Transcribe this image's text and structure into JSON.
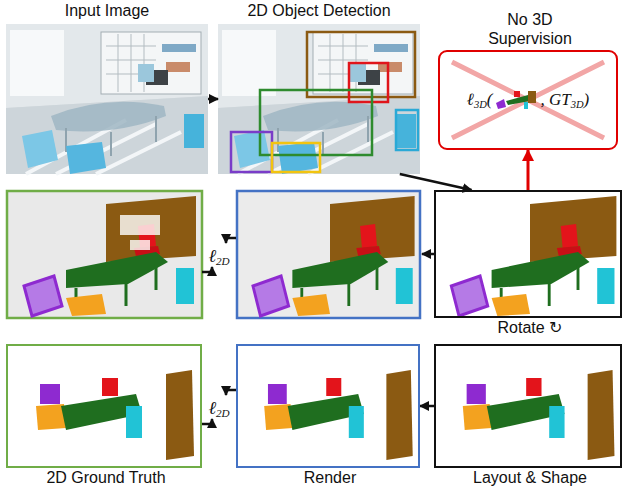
{
  "diagram": {
    "nodes": [
      {
        "text": [
          "Input Image"
        ]
      },
      {
        "text": [
          "2D Object Detection"
        ]
      },
      {
        "text": [
          "No 3D Supervision",
          "ℓ3D(",
          ", GT3D)"
        ]
      },
      {
        "text": [
          "Rotate ↻"
        ]
      },
      {
        "text": [
          "2D Ground Truth"
        ]
      },
      {
        "text": [
          "Render"
        ]
      },
      {
        "text": [
          "Layout & Shape"
        ]
      }
    ],
    "edges": [
      {
        "from": 0,
        "to": 1,
        "arrow": "to"
      },
      {
        "from": 1,
        "to": 3,
        "arrow": "to"
      },
      {
        "from": 3,
        "to": 2,
        "arrow": "to"
      },
      {
        "from": 6,
        "to": 5,
        "arrow": "to"
      }
    ],
    "labels": [
      "ℓ2D",
      "ℓ2D"
    ]
  }
}
